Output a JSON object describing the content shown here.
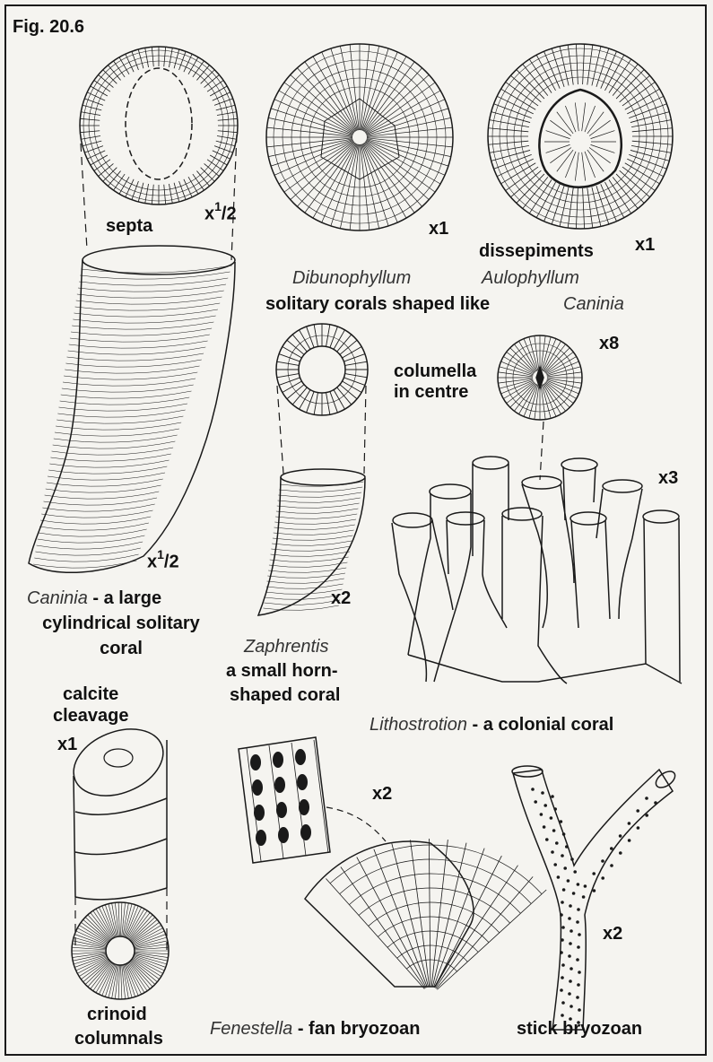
{
  "figure": {
    "title": "Fig. 20.6"
  },
  "labels": {
    "septa": "septa",
    "dissepiments": "dissepiments",
    "dibunophyllum": "Dibunophyllum",
    "aulophyllum": "Aulophyllum",
    "solitary_corals": "solitary corals shaped like",
    "caninia_small": "Caninia",
    "columella_1": "columella",
    "columella_2": "in centre",
    "caninia_genus": "Caninia",
    "caninia_desc_1": " - a large",
    "caninia_desc_2": "cylindrical solitary",
    "caninia_desc_3": "coral",
    "zaphrentis": "Zaphrentis",
    "zaphrentis_desc_1": "a small horn-",
    "zaphrentis_desc_2": "shaped coral",
    "lithostrotion": "Lithostrotion",
    "lithostrotion_desc": " - a colonial coral",
    "calcite_1": "calcite",
    "calcite_2": "cleavage",
    "crinoid_1": "crinoid",
    "crinoid_2": "columnals",
    "fenestella": "Fenestella",
    "fenestella_desc": " - fan bryozoan",
    "stick": "stick bryozoan"
  },
  "magnifications": {
    "caninia_section": "x",
    "caninia_section_sup": "1",
    "caninia_section_tail": "/2",
    "dibunophyllum": "x1",
    "aulophyllum": "x1",
    "caninia_body": "x",
    "caninia_body_sup": "1",
    "caninia_body_tail": "/2",
    "zaphrentis": "x2",
    "columella": "x8",
    "lithostrotion": "x3",
    "crinoid": "x1",
    "fenestella": "x2",
    "stick": "x2"
  },
  "colors": {
    "ink": "#1a1a1a",
    "paper": "#f5f4f0"
  }
}
